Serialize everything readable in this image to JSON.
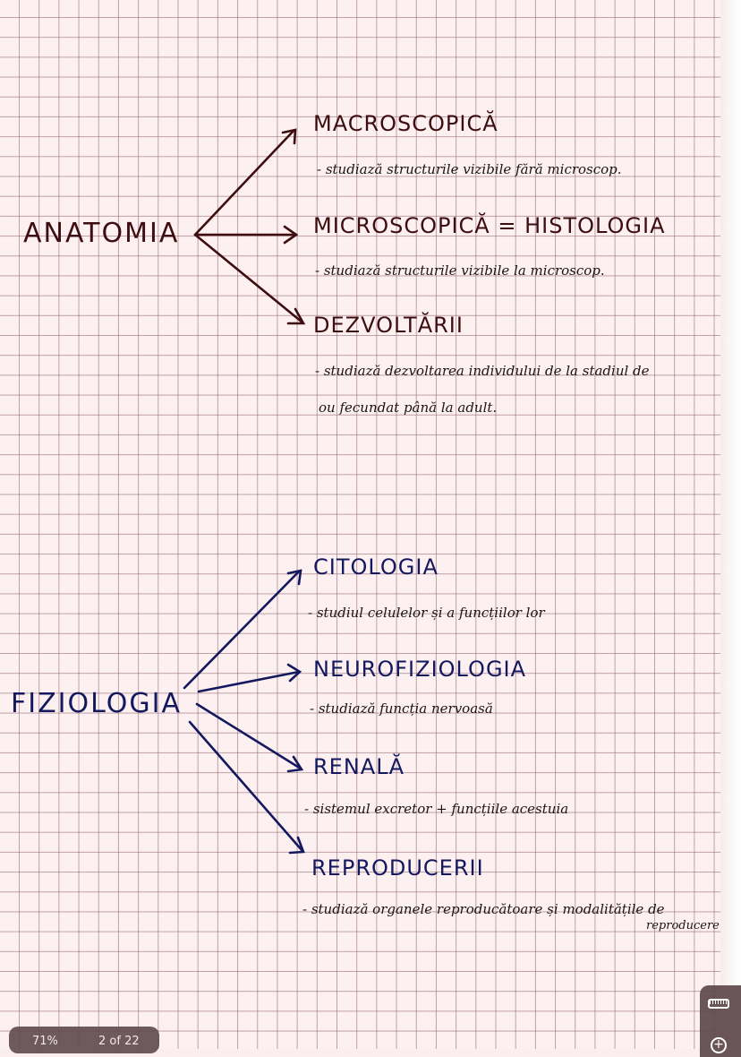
{
  "viewer": {
    "zoom_level": "71%",
    "page_indicator": "2 of 22",
    "tools": {
      "ruler_icon": "ruler-icon",
      "zoom_in_icon": "plus-circle-icon"
    }
  },
  "colors": {
    "anatomy_ink": "#3e0d10",
    "physiology_ink": "#14185e",
    "grid": "#8c5f69",
    "paper": "#fcf0f1"
  },
  "notes": {
    "anatomy": {
      "title": "ANATOMIA",
      "branches": [
        {
          "title": "MACROSCOPICĂ",
          "desc": [
            "- studiază structurile vizibile fără microscop."
          ]
        },
        {
          "title": "MICROSCOPICĂ = HISTOLOGIA",
          "desc": [
            "- studiază structurile vizibile la microscop."
          ]
        },
        {
          "title": "DEZVOLTĂRII",
          "desc": [
            "- studiază dezvoltarea individului de la stadiul de",
            "ou fecundat până la adult."
          ]
        }
      ]
    },
    "physiology": {
      "title": "FIZIOLOGIA",
      "branches": [
        {
          "title": "CITOLOGIA",
          "desc": [
            "- studiul celulelor și a funcțiilor lor"
          ]
        },
        {
          "title": "NEUROFIZIOLOGIA",
          "desc": [
            "- studiază funcția nervoasă"
          ]
        },
        {
          "title": "RENALĂ",
          "desc": [
            "- sistemul excretor + funcțiile acestuia"
          ]
        },
        {
          "title": "REPRODUCERII",
          "desc": [
            "- studiază organele reproducătoare și modalitățile de",
            "reproducere"
          ]
        }
      ]
    }
  }
}
